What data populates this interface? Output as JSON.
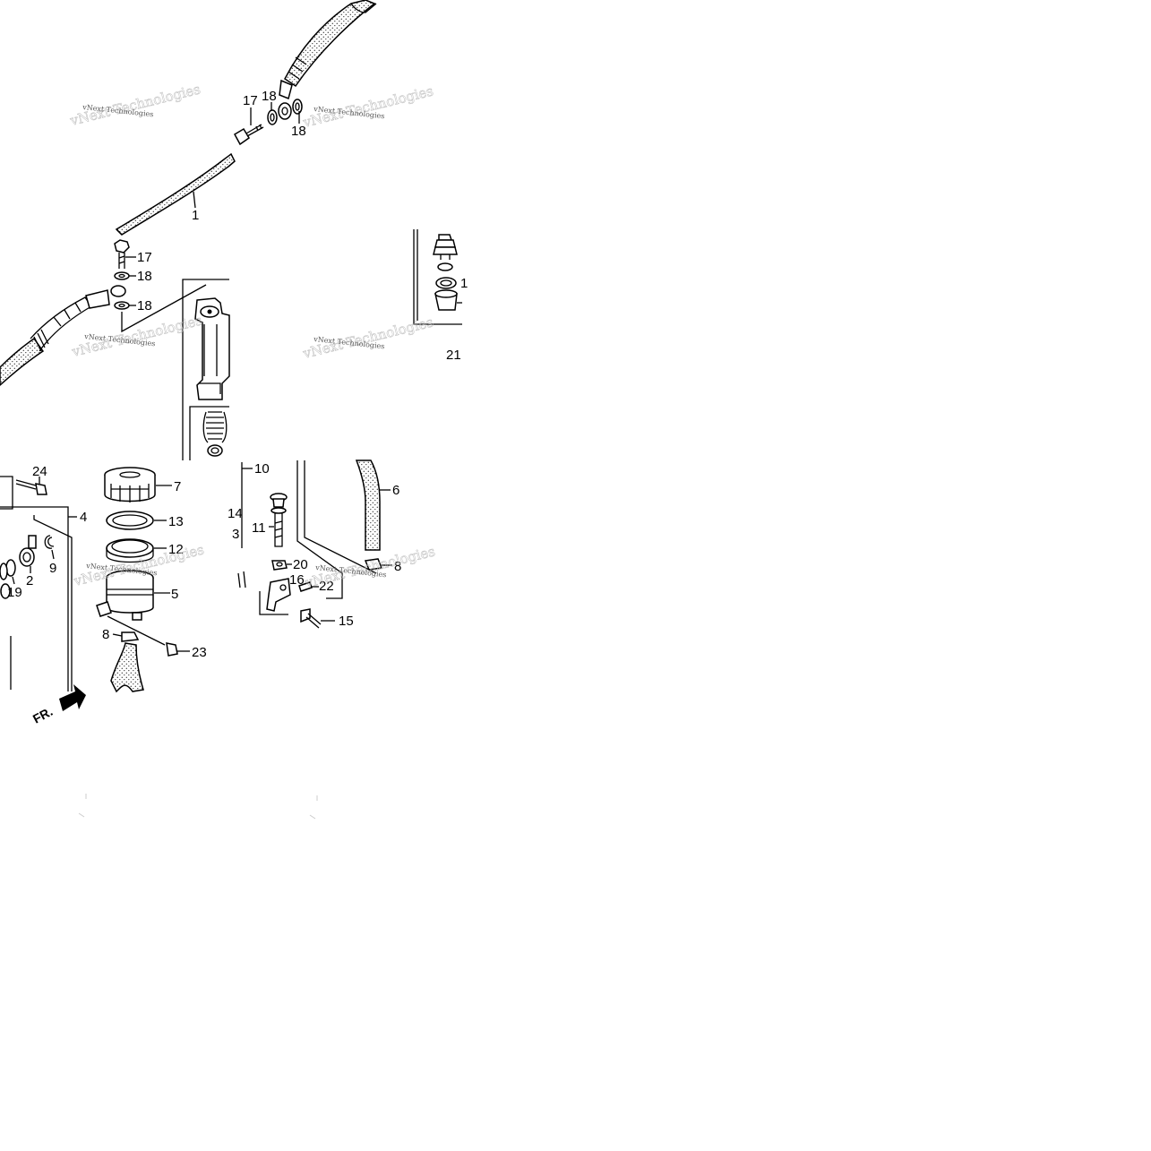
{
  "diagram": {
    "callouts": [
      {
        "id": "c17a",
        "label": "17"
      },
      {
        "id": "c18a",
        "label": "18"
      },
      {
        "id": "c18b",
        "label": "18"
      },
      {
        "id": "c1",
        "label": "1"
      },
      {
        "id": "c17b",
        "label": "17"
      },
      {
        "id": "c18c",
        "label": "18"
      },
      {
        "id": "c18d",
        "label": "18"
      },
      {
        "id": "c21",
        "label": "21"
      },
      {
        "id": "c24",
        "label": "24"
      },
      {
        "id": "c7",
        "label": "7"
      },
      {
        "id": "c10",
        "label": "10"
      },
      {
        "id": "c6",
        "label": "6"
      },
      {
        "id": "c4",
        "label": "4"
      },
      {
        "id": "c13",
        "label": "13"
      },
      {
        "id": "c14",
        "label": "14"
      },
      {
        "id": "c3",
        "label": "3"
      },
      {
        "id": "c11",
        "label": "11"
      },
      {
        "id": "c12",
        "label": "12"
      },
      {
        "id": "c9",
        "label": "9"
      },
      {
        "id": "c2",
        "label": "2"
      },
      {
        "id": "c20",
        "label": "20"
      },
      {
        "id": "c8a",
        "label": "8"
      },
      {
        "id": "c19",
        "label": "19"
      },
      {
        "id": "c16",
        "label": "16"
      },
      {
        "id": "c22",
        "label": "22"
      },
      {
        "id": "c5",
        "label": "5"
      },
      {
        "id": "c15",
        "label": "15"
      },
      {
        "id": "c8b",
        "label": "8"
      },
      {
        "id": "c23",
        "label": "23"
      },
      {
        "id": "c1b",
        "label": "1"
      }
    ],
    "watermark": "vNext Technologies",
    "direction_label": "FR."
  }
}
